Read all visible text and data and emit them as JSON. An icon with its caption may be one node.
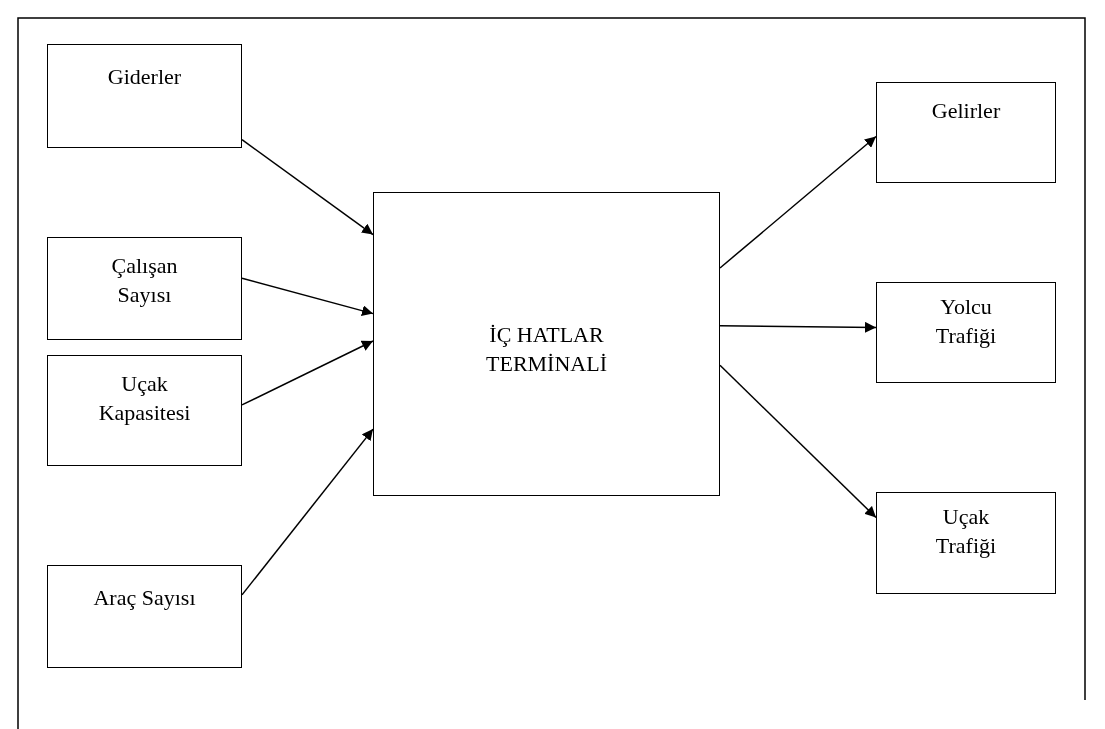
{
  "diagram": {
    "nodes": [
      {
        "text": [
          "Giderler"
        ]
      },
      {
        "text": [
          "Çalışan Sayısı"
        ]
      },
      {
        "text": [
          "Uçak Kapasitesi"
        ]
      },
      {
        "text": [
          "Araç Sayısı"
        ]
      },
      {
        "text": [
          "İÇ HATLAR TERMİNALİ"
        ]
      },
      {
        "text": [
          "Gelirler"
        ]
      },
      {
        "text": [
          "Yolcu Trafiği"
        ]
      },
      {
        "text": [
          "Uçak Trafiği"
        ]
      }
    ],
    "edges": [
      {
        "from": 0,
        "to": 4,
        "arrow": "to"
      },
      {
        "from": 1,
        "to": 4,
        "arrow": "to"
      },
      {
        "from": 2,
        "to": 4,
        "arrow": "to"
      },
      {
        "from": 3,
        "to": 4,
        "arrow": "to"
      },
      {
        "from": 4,
        "to": 5,
        "arrow": "to"
      },
      {
        "from": 4,
        "to": 6,
        "arrow": "to"
      },
      {
        "from": 4,
        "to": 7,
        "arrow": "to"
      }
    ]
  }
}
